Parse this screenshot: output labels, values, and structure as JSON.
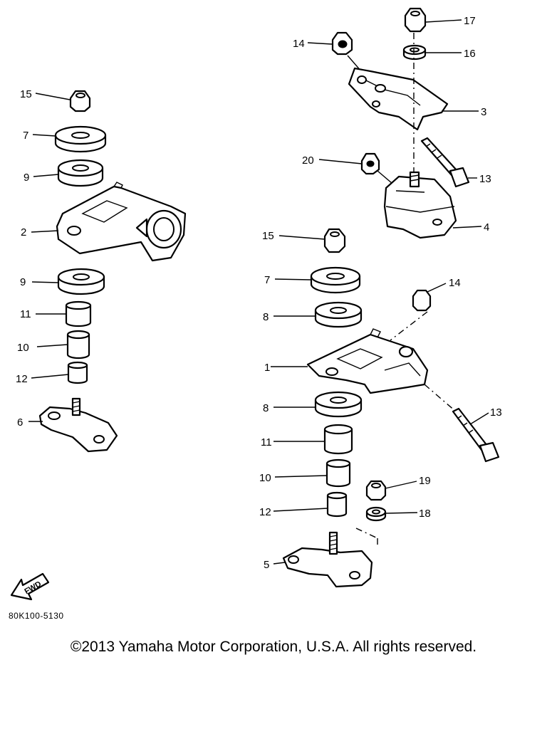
{
  "callouts": {
    "c1": "1",
    "c2": "2",
    "c3": "3",
    "c4": "4",
    "c5": "5",
    "c6": "6",
    "c7": "7",
    "c8": "8",
    "c9": "9",
    "c10": "10",
    "c11": "11",
    "c12": "12",
    "c13": "13",
    "c14": "14",
    "c15": "15",
    "c16": "16",
    "c17": "17",
    "c18": "18",
    "c19": "19",
    "c20": "20"
  },
  "fwd_label": "FWD",
  "part_code": "80K100-5130",
  "copyright": "©2013 Yamaha Motor Corporation, U.S.A. All rights reserved."
}
